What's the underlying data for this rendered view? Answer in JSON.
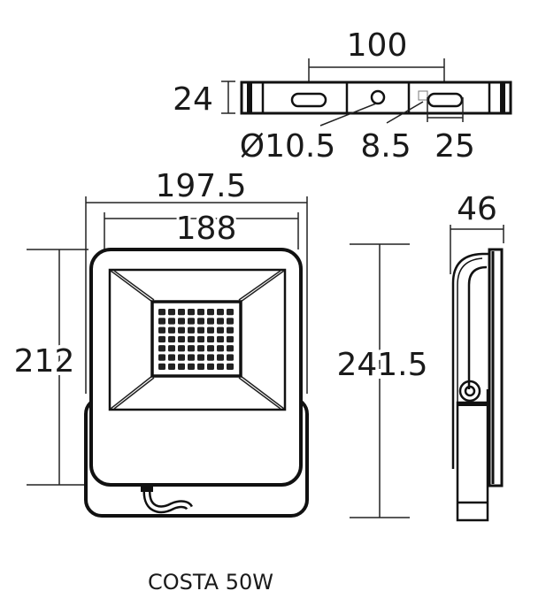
{
  "title": "COSTA 50W",
  "bracket_view": {
    "width_between_slots": "100",
    "height": "24",
    "hole_diameter": "Ø10.5",
    "slot_width": "8.5",
    "slot_length": "25"
  },
  "front_view": {
    "overall_width": "197.5",
    "body_width": "188",
    "body_height": "212",
    "overall_height": "241.5",
    "led_grid": {
      "columns": 8,
      "rows": 7
    }
  },
  "side_view": {
    "depth": "46"
  },
  "colors": {
    "line": "#111111",
    "background": "#ffffff"
  }
}
